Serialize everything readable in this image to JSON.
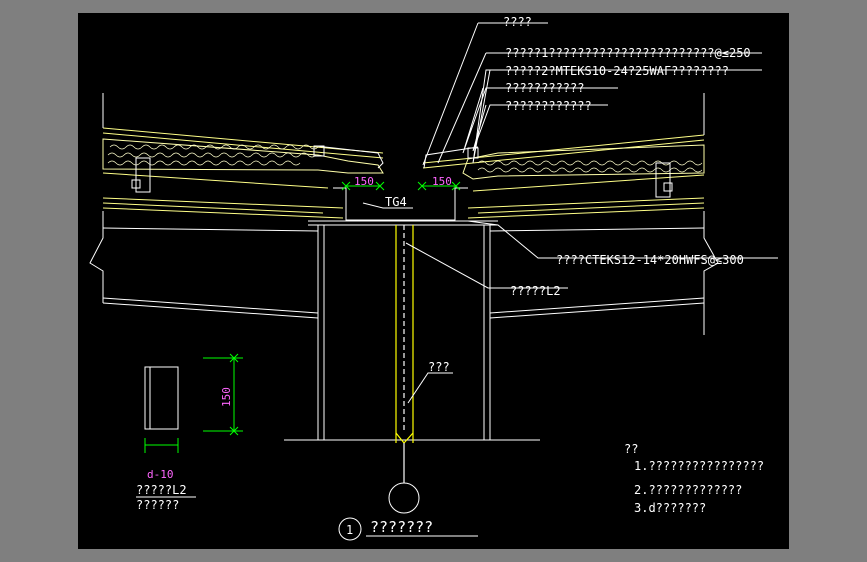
{
  "labels": {
    "top_note": "????",
    "callout_1": "?????1???????????????????????@≤250",
    "callout_2": "?????2?MTEKS10-24?25WAF????????",
    "callout_3": "???????????",
    "callout_4": "????????????",
    "right_screw": "????CTEKS12-14*20HWFS@≤300",
    "right_l2": "?????L2",
    "lower_mid": "???",
    "tg4": "TG4",
    "dim_left": "150",
    "dim_right": "150",
    "dim_vertical": "150",
    "detail_d": "d-10",
    "detail_l2": "?????L2",
    "detail_sub": "??????",
    "title_number": "1",
    "title_text": "???????"
  },
  "notes": {
    "heading": "??",
    "items": [
      "1.????????????????",
      "2.?????????????",
      "3.d???????"
    ]
  },
  "colors": {
    "background_frame": "#7f7f7f",
    "sheet": "#000000",
    "line_white": "#ffffff",
    "line_yellow": "#ffff00",
    "dimension_green": "#00ff00",
    "dimension_text": "#ff66ff"
  }
}
